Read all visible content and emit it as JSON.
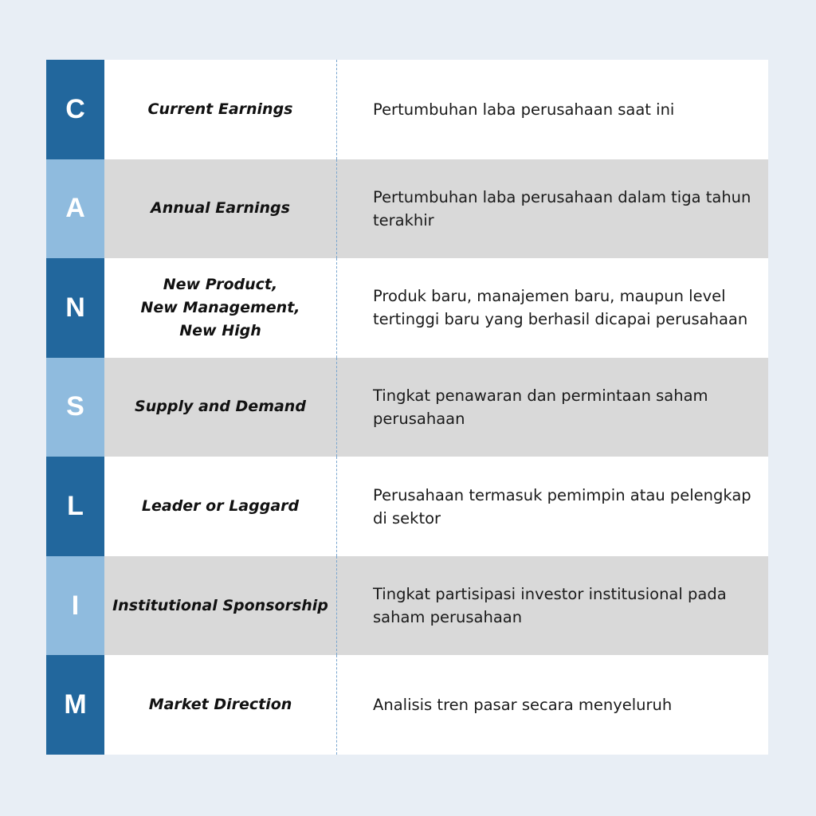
{
  "rows": [
    {
      "letter": "C",
      "term": "Current Earnings",
      "description": "Pertumbuhan laba perusahaan saat ini"
    },
    {
      "letter": "A",
      "term": "Annual Earnings",
      "description": "Pertumbuhan laba perusahaan dalam tiga tahun terakhir"
    },
    {
      "letter": "N",
      "term": "New Product,\nNew Management,\nNew High",
      "description": "Produk baru, manajemen baru, maupun level tertinggi baru yang berhasil dicapai perusahaan"
    },
    {
      "letter": "S",
      "term": "Supply and Demand",
      "description": "Tingkat penawaran dan permintaan saham perusahaan"
    },
    {
      "letter": "L",
      "term": "Leader or Laggard",
      "description": "Perusahaan termasuk pemimpin atau pelengkap di sektor"
    },
    {
      "letter": "I",
      "term": "Institutional Sponsorship",
      "description": "Tingkat partisipasi investor institusional pada saham perusahaan"
    },
    {
      "letter": "M",
      "term": "Market Direction",
      "description": "Analisis tren pasar secara menyeluruh"
    }
  ],
  "colors": {
    "background": "#e8eef5",
    "letter_dark": "#22679d",
    "letter_light": "#8fbbde",
    "row_white": "#ffffff",
    "row_gray": "#d9d9d9",
    "divider": "#7aa6cf"
  }
}
